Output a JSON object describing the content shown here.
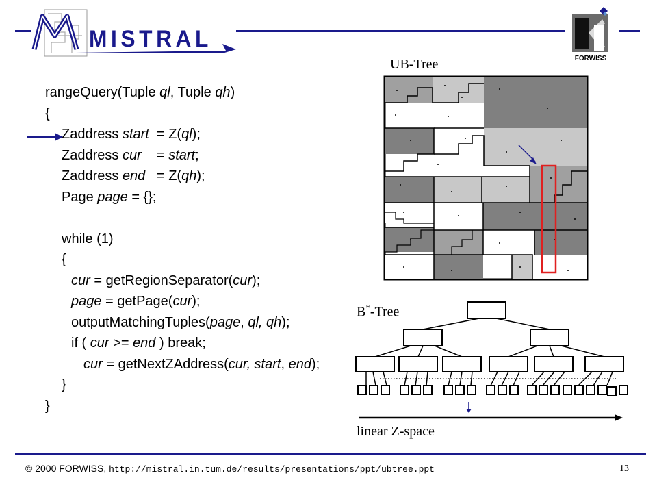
{
  "header": {
    "logo_text": "MISTRAL",
    "org_logo_text": "FORWISS"
  },
  "code_lines": [
    [
      {
        "t": "rangeQuery(Tuple "
      },
      {
        "t": "ql",
        "i": true
      },
      {
        "t": ", Tuple "
      },
      {
        "t": "qh",
        "i": true
      },
      {
        "t": ")"
      }
    ],
    [
      {
        "t": "{"
      }
    ],
    [
      {
        "t": "Zaddress "
      },
      {
        "t": "start",
        "i": true
      },
      {
        "t": "  = Z("
      },
      {
        "t": "ql",
        "i": true
      },
      {
        "t": ");"
      }
    ],
    [
      {
        "t": "Zaddress "
      },
      {
        "t": "cur",
        "i": true
      },
      {
        "t": "    = "
      },
      {
        "t": "start",
        "i": true
      },
      {
        "t": ";"
      }
    ],
    [
      {
        "t": "Zaddress "
      },
      {
        "t": "end",
        "i": true
      },
      {
        "t": "   = Z("
      },
      {
        "t": "qh",
        "i": true
      },
      {
        "t": ");"
      }
    ],
    [
      {
        "t": "Page "
      },
      {
        "t": "page",
        "i": true
      },
      {
        "t": " = {};"
      }
    ],
    [
      {
        "t": ""
      }
    ],
    [
      {
        "t": "while (1)"
      }
    ],
    [
      {
        "t": "{"
      }
    ],
    [
      {
        "t": "cur",
        "i": true
      },
      {
        "t": " = getRegionSeparator("
      },
      {
        "t": "cur",
        "i": true
      },
      {
        "t": ");"
      }
    ],
    [
      {
        "t": "page",
        "i": true
      },
      {
        "t": " = getPage("
      },
      {
        "t": "cur",
        "i": true
      },
      {
        "t": ");"
      }
    ],
    [
      {
        "t": "outputMatchingTuples("
      },
      {
        "t": "page",
        "i": true
      },
      {
        "t": ", "
      },
      {
        "t": "ql, qh",
        "i": true
      },
      {
        "t": ");"
      }
    ],
    [
      {
        "t": "if ( "
      },
      {
        "t": "cur",
        "i": true
      },
      {
        "t": " >= "
      },
      {
        "t": "end",
        "i": true
      },
      {
        "t": " ) break;"
      }
    ],
    [
      {
        "t": "cur",
        "i": true
      },
      {
        "t": " = getNextZAddress("
      },
      {
        "t": "cur, start",
        "i": true
      },
      {
        "t": ", "
      },
      {
        "t": "end",
        "i": true
      },
      {
        "t": ");"
      }
    ],
    [
      {
        "t": "}"
      }
    ],
    [
      {
        "t": "}"
      }
    ]
  ],
  "labels": {
    "ub_tree": "UB-Tree",
    "bstar_tree_b": "B",
    "bstar_tree_star": "*",
    "bstar_tree_rest": "-Tree",
    "linear_z": "linear Z-space"
  },
  "footer": {
    "copyright": "© 2000 FORWISS, ",
    "url": "http://mistral.in.tum.de/results/presentations/ppt/ubtree.ppt",
    "page_number": "13"
  },
  "colors": {
    "header_blue": "#1a1a8c",
    "dark_gray": "#808080",
    "mid_gray": "#a0a0a0",
    "light_gray": "#c8c8c8",
    "highlight_red": "#e02020"
  }
}
